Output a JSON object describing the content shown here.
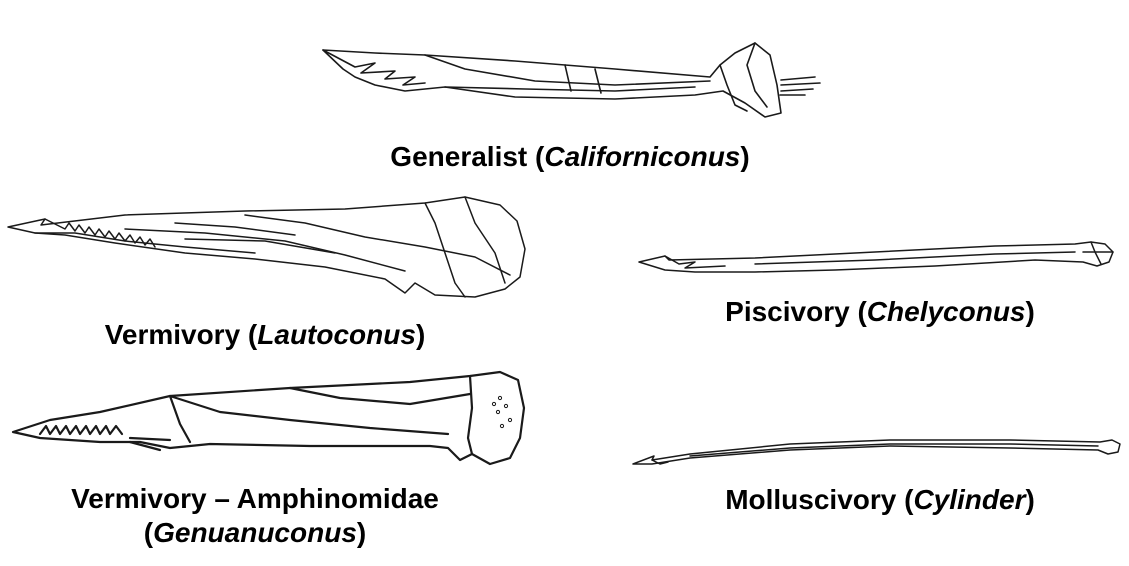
{
  "captions": {
    "generalist": {
      "prefix": "Generalist (",
      "genus": "Californiconus",
      "suffix": ")"
    },
    "vermivory": {
      "prefix": "Vermivory (",
      "genus": "Lautoconus",
      "suffix": ")"
    },
    "piscivory": {
      "prefix": "Piscivory (",
      "genus": "Chelyconus",
      "suffix": ")"
    },
    "amphinomidae": {
      "line1": "Vermivory – Amphinomidae",
      "prefix": "(",
      "genus": "Genuanuconus",
      "suffix": ")"
    },
    "molluscivory": {
      "prefix": "Molluscivory (",
      "genus": "Cylinder",
      "suffix": ")"
    }
  },
  "drawings": {
    "generalist": "radular-tooth-generalist-drawing",
    "vermivory": "radular-tooth-vermivory-drawing",
    "piscivory": "radular-tooth-piscivory-drawing",
    "amphinomidae": "radular-tooth-amphinomidae-drawing",
    "molluscivory": "radular-tooth-molluscivory-drawing"
  }
}
